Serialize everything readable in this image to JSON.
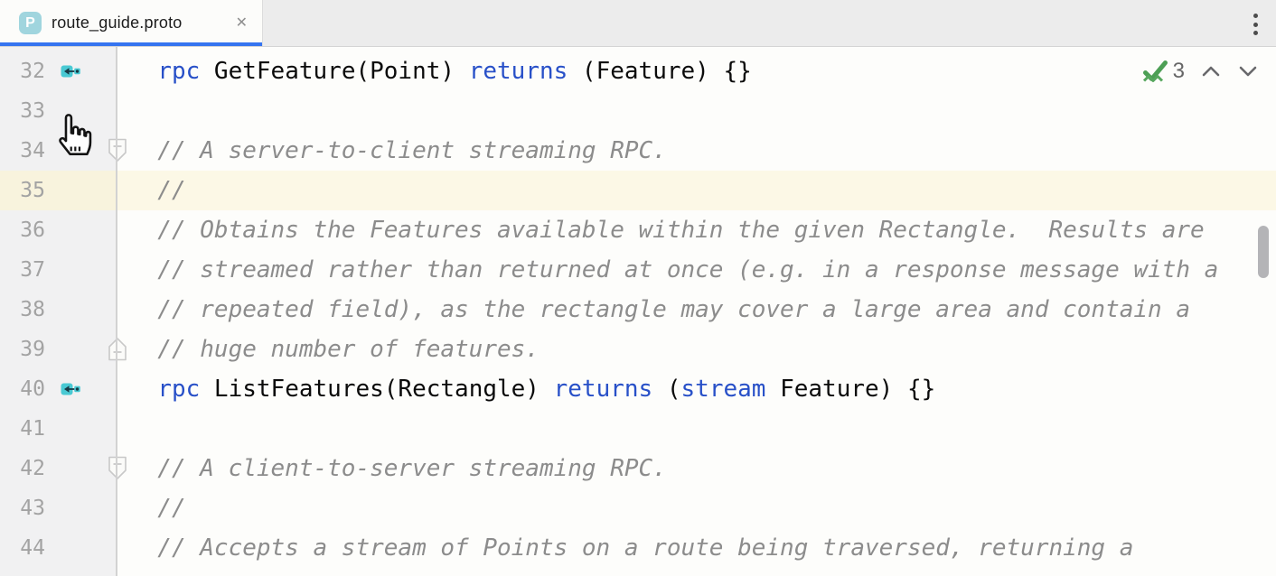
{
  "tab": {
    "icon_letter": "P",
    "title": "route_guide.proto",
    "close_glyph": "✕"
  },
  "nav_widget": {
    "count": "3"
  },
  "colors": {
    "active_tab_indicator": "#3574f0",
    "keyword_blue": "#2850c8",
    "comment_gray": "#8c8c8c",
    "plain_code": "#0b0b0b",
    "endpoint_icon_teal": "#49c9d3",
    "checks_green": "#4d9f55",
    "current_line_highlight": "#fcf8e6",
    "gutter_background": "#f1f1f2",
    "editor_background": "#fdfdfb"
  },
  "editor": {
    "lines": [
      {
        "num": "32",
        "gutter_icon": "endpoint",
        "fold": null,
        "current": false,
        "tokens": [
          {
            "s": "pl",
            "t": "  "
          },
          {
            "s": "kw",
            "t": "rpc"
          },
          {
            "s": "pl",
            "t": " GetFeature(Point) "
          },
          {
            "s": "kw",
            "t": "returns"
          },
          {
            "s": "pl",
            "t": " (Feature) {}"
          }
        ]
      },
      {
        "num": "33",
        "gutter_icon": null,
        "fold": null,
        "current": false,
        "tokens": []
      },
      {
        "num": "34",
        "gutter_icon": null,
        "fold": "down",
        "current": false,
        "tokens": [
          {
            "s": "cm",
            "t": "  // A server-to-client streaming RPC."
          }
        ]
      },
      {
        "num": "35",
        "gutter_icon": null,
        "fold": null,
        "current": true,
        "tokens": [
          {
            "s": "cm",
            "t": "  //"
          }
        ]
      },
      {
        "num": "36",
        "gutter_icon": null,
        "fold": null,
        "current": false,
        "tokens": [
          {
            "s": "cm",
            "t": "  // Obtains the Features available within the given Rectangle.  Results are"
          }
        ]
      },
      {
        "num": "37",
        "gutter_icon": null,
        "fold": null,
        "current": false,
        "tokens": [
          {
            "s": "cm",
            "t": "  // streamed rather than returned at once (e.g. in a response message with a"
          }
        ]
      },
      {
        "num": "38",
        "gutter_icon": null,
        "fold": null,
        "current": false,
        "tokens": [
          {
            "s": "cm",
            "t": "  // repeated field), as the rectangle may cover a large area and contain a"
          }
        ]
      },
      {
        "num": "39",
        "gutter_icon": null,
        "fold": "up",
        "current": false,
        "tokens": [
          {
            "s": "cm",
            "t": "  // huge number of features."
          }
        ]
      },
      {
        "num": "40",
        "gutter_icon": "endpoint",
        "fold": null,
        "current": false,
        "tokens": [
          {
            "s": "pl",
            "t": "  "
          },
          {
            "s": "kw",
            "t": "rpc"
          },
          {
            "s": "pl",
            "t": " ListFeatures(Rectangle) "
          },
          {
            "s": "kw",
            "t": "returns"
          },
          {
            "s": "pl",
            "t": " ("
          },
          {
            "s": "kw",
            "t": "stream"
          },
          {
            "s": "pl",
            "t": " Feature) {}"
          }
        ]
      },
      {
        "num": "41",
        "gutter_icon": null,
        "fold": null,
        "current": false,
        "tokens": []
      },
      {
        "num": "42",
        "gutter_icon": null,
        "fold": "down",
        "current": false,
        "tokens": [
          {
            "s": "cm",
            "t": "  // A client-to-server streaming RPC."
          }
        ]
      },
      {
        "num": "43",
        "gutter_icon": null,
        "fold": null,
        "current": false,
        "tokens": [
          {
            "s": "cm",
            "t": "  //"
          }
        ]
      },
      {
        "num": "44",
        "gutter_icon": null,
        "fold": null,
        "current": false,
        "tokens": [
          {
            "s": "cm",
            "t": "  // Accepts a stream of Points on a route being traversed, returning a"
          }
        ]
      }
    ]
  }
}
